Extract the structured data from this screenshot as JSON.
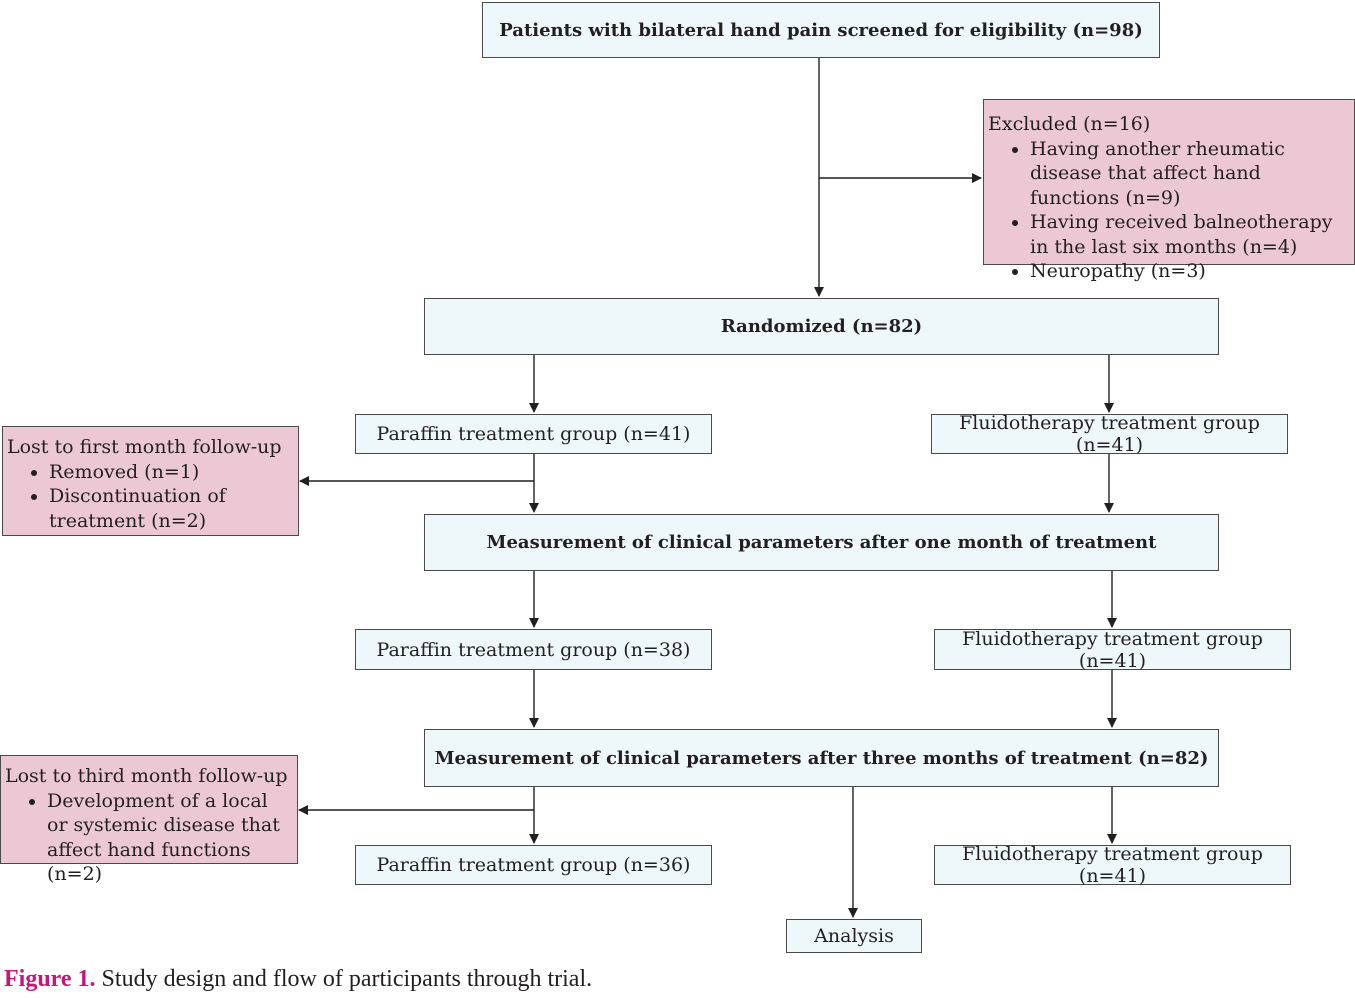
{
  "boxes": {
    "screened": "Patients with bilateral hand pain screened for eligibility (n=98)",
    "randomized": "Randomized (n=82)",
    "paraffin1": "Paraffin treatment group (n=41)",
    "fluido1": "Fluidotherapy treatment group (n=41)",
    "measure1": "Measurement of clinical parameters after one month of treatment",
    "paraffin2": "Paraffin treatment group (n=38)",
    "fluido2": "Fluidotherapy treatment group (n=41)",
    "measure3": "Measurement of clinical parameters after three months of treatment (n=82)",
    "paraffin3": "Paraffin treatment group (n=36)",
    "fluido3": "Fluidotherapy treatment group (n=41)",
    "analysis": "Analysis"
  },
  "excluded": {
    "title": "Excluded (n=16)",
    "items": [
      "Having another rheumatic disease that affect hand functions (n=9)",
      "Having received balneotherapy in the last six months (n=4)",
      "Neuropathy (n=3)"
    ]
  },
  "lost_first": {
    "title": "Lost to first month follow-up",
    "items": [
      "Removed (n=1)",
      "Discontinuation of treatment (n=2)"
    ]
  },
  "lost_third": {
    "title": "Lost to third month follow-up",
    "items": [
      "Development of a local or systemic disease that affect hand functions (n=2)"
    ]
  },
  "caption": {
    "label": "Figure 1.",
    "text": "Study design and flow of participants through trial."
  },
  "colors": {
    "main_box": "#eef8fa",
    "side_box": "#ecc8d4",
    "caption_label": "#c4177b",
    "line": "#231f20"
  }
}
